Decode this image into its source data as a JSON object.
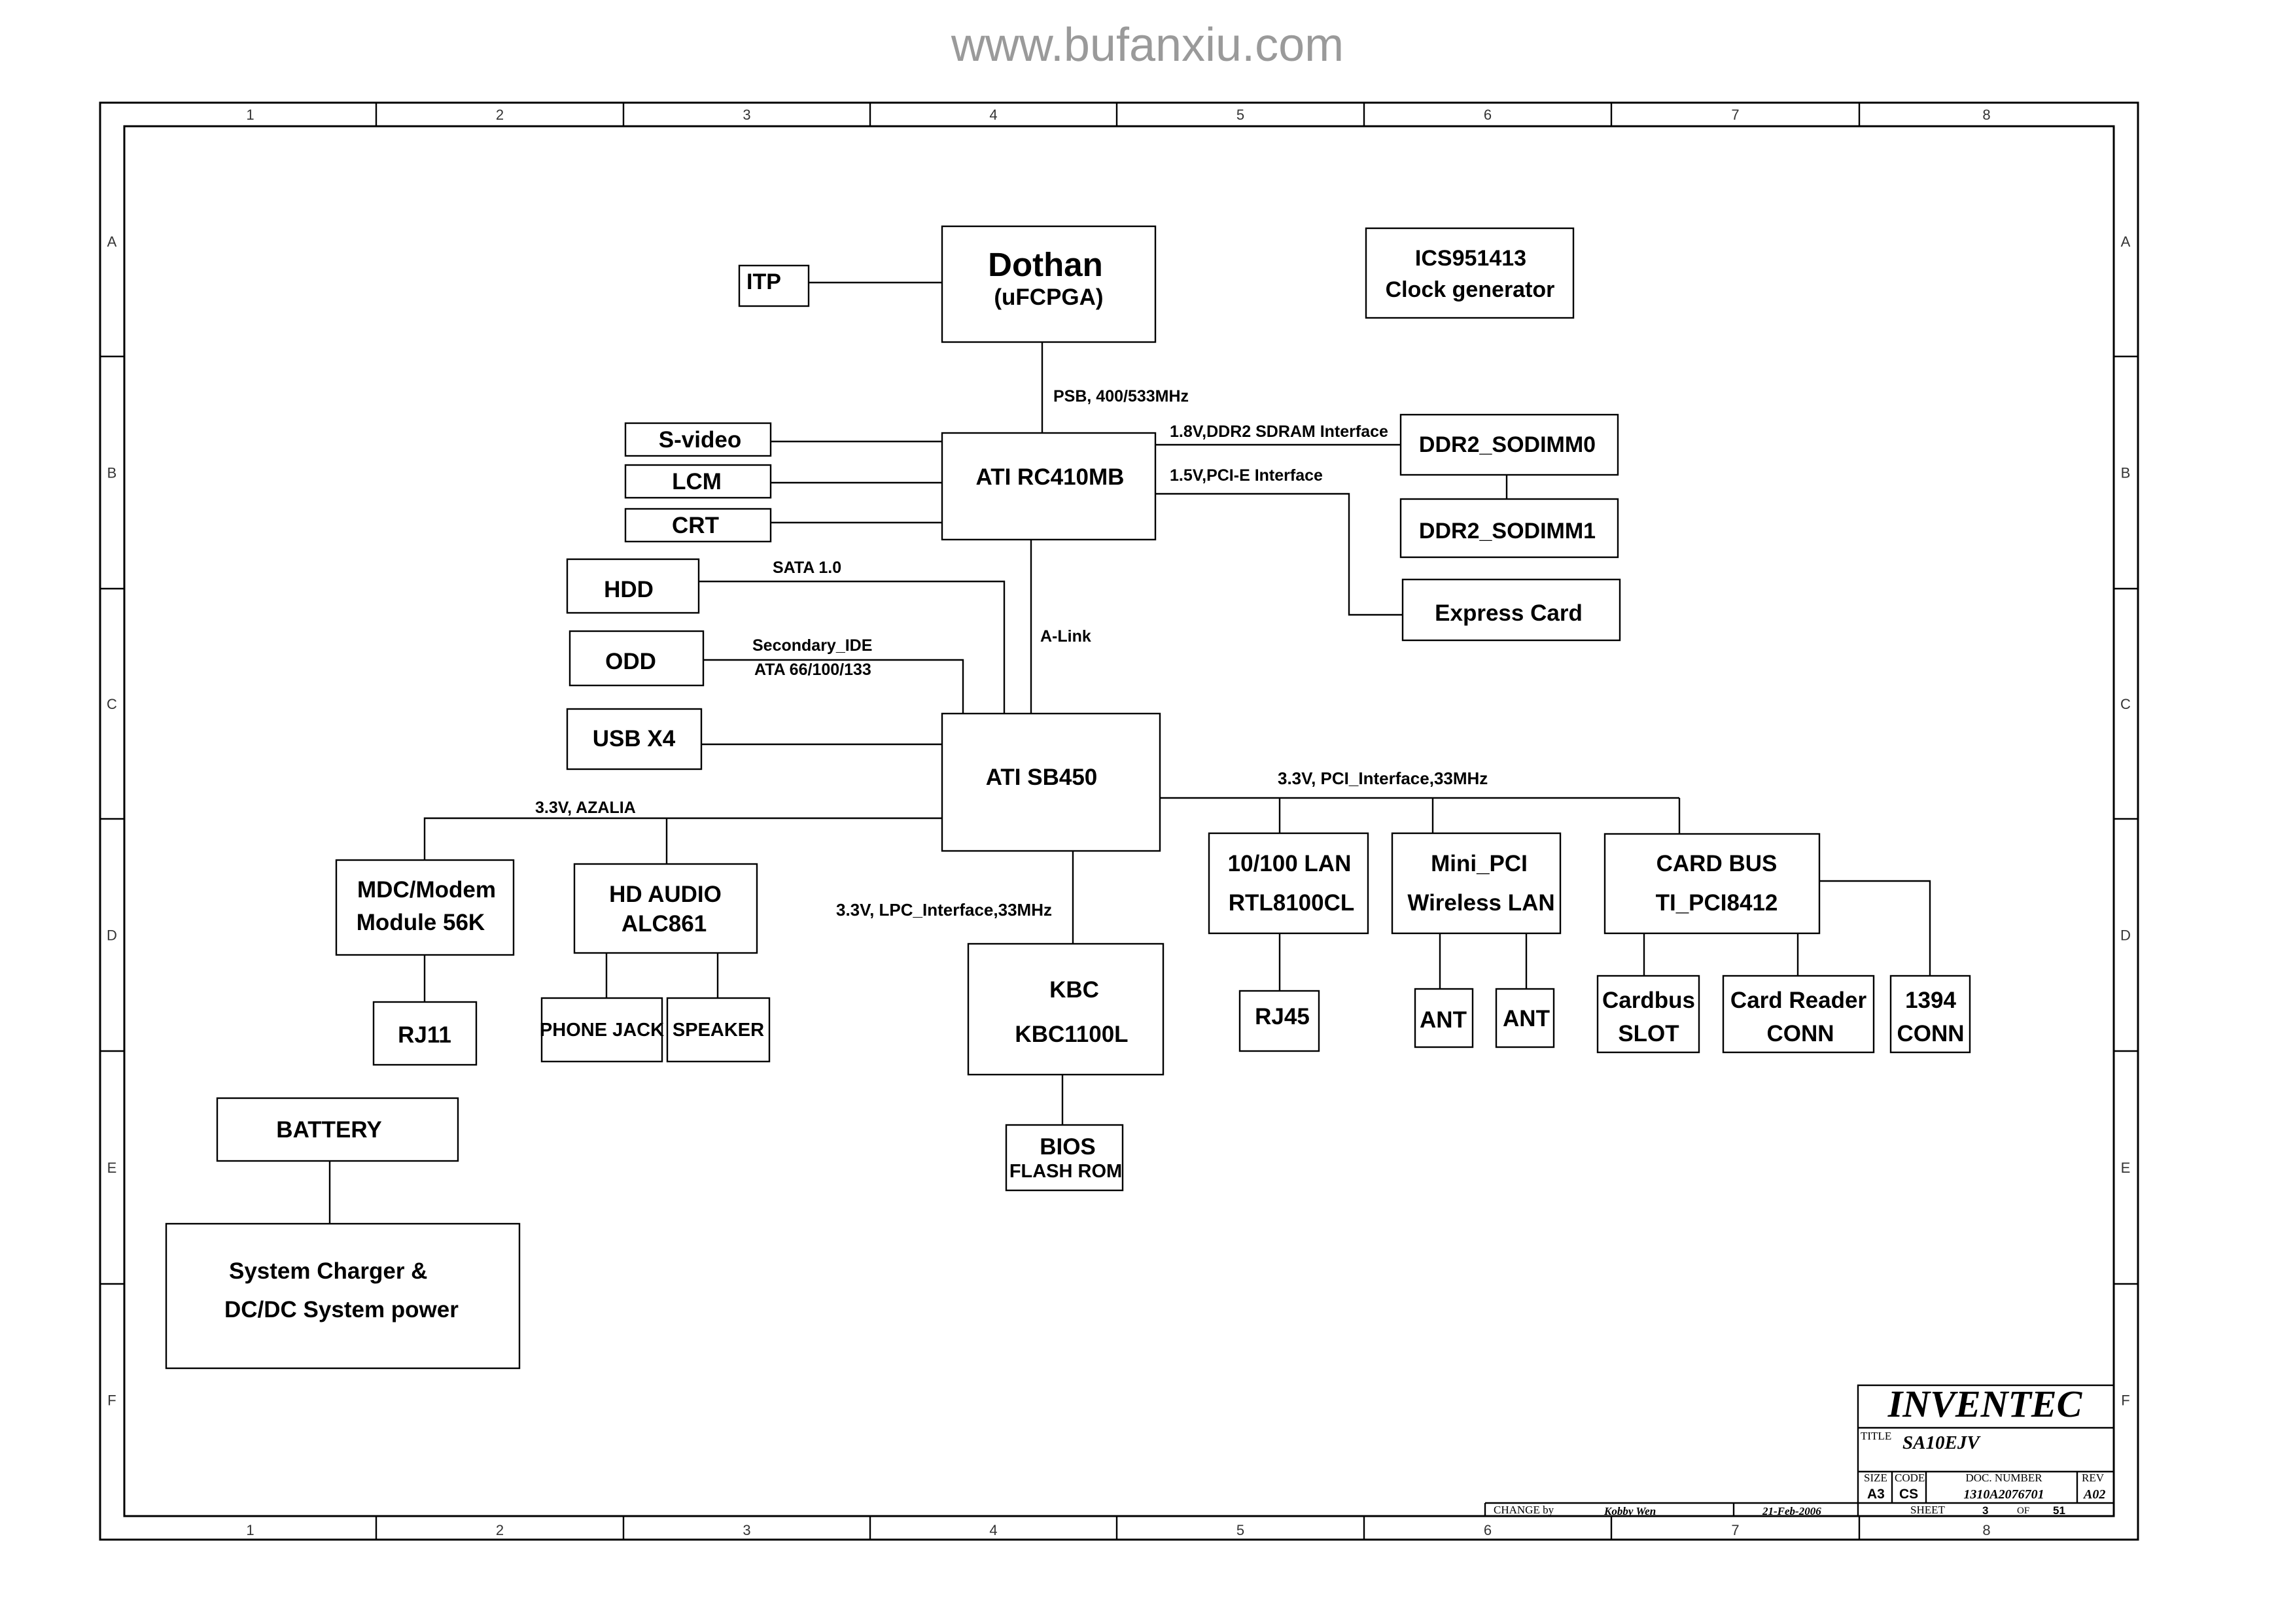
{
  "watermark": "www.bufanxiu.com",
  "zone_columns": [
    "1",
    "2",
    "3",
    "4",
    "5",
    "6",
    "7",
    "8"
  ],
  "zone_rows": [
    "A",
    "B",
    "C",
    "D",
    "E",
    "F"
  ],
  "blocks": {
    "itp": "ITP",
    "cpu_name": "Dothan",
    "cpu_package": "(uFCPGA)",
    "clock_part": "ICS951413",
    "clock_desc": "Clock generator",
    "svideo": "S-video",
    "lcm": "LCM",
    "crt": "CRT",
    "northbridge": "ATI RC410MB",
    "dimm0": "DDR2_SODIMM0",
    "dimm1": "DDR2_SODIMM1",
    "express_card": "Express Card",
    "hdd": "HDD",
    "odd": "ODD",
    "usb": "USB X4",
    "southbridge": "ATI SB450",
    "modem_l1": "MDC/Modem",
    "modem_l2": "Module 56K",
    "audio_l1": "HD AUDIO",
    "audio_l2": "ALC861",
    "rj11": "RJ11",
    "phone_jack": "PHONE JACK",
    "speaker": "SPEAKER",
    "kbc_l1": "KBC",
    "kbc_l2": "KBC1100L",
    "bios_l1": "BIOS",
    "bios_l2": "FLASH ROM",
    "lan_l1": "10/100 LAN",
    "lan_l2": "RTL8100CL",
    "rj45": "RJ45",
    "minipci_l1": "Mini_PCI",
    "minipci_l2": "Wireless LAN",
    "ant": "ANT",
    "cardbus_l1": "CARD BUS",
    "cardbus_l2": "TI_PCI8412",
    "cb_slot_l1": "Cardbus",
    "cb_slot_l2": "SLOT",
    "reader_l1": "Card Reader",
    "reader_l2": "CONN",
    "ieee_l1": "1394",
    "ieee_l2": "CONN",
    "battery": "BATTERY",
    "charger_l1": "System Charger &",
    "charger_l2": "DC/DC System power"
  },
  "buses": {
    "psb": "PSB, 400/533MHz",
    "ddr2": "1.8V,DDR2 SDRAM Interface",
    "pcie": "1.5V,PCI-E Interface",
    "sata": "SATA 1.0",
    "ide": "Secondary_IDE",
    "ata": "ATA 66/100/133",
    "alink": "A-Link",
    "pci": "3.3V, PCI_Interface,33MHz",
    "azalia": "3.3V, AZALIA",
    "lpc": "3.3V, LPC_Interface,33MHz"
  },
  "title_block": {
    "company": "INVENTEC",
    "title_label": "TITLE",
    "title": "SA10EJV",
    "size_label": "SIZE",
    "size": "A3",
    "code_label": "CODE",
    "code": "CS",
    "doc_label": "DOC. NUMBER",
    "doc_number": "1310A2076701",
    "rev_label": "REV",
    "rev": "A02",
    "change_label": "CHANGE by",
    "changed_by": "Kobby Wen",
    "date": "21-Feb-2006",
    "sheet_label": "SHEET",
    "sheet": "3",
    "of_label": "OF",
    "total": "51"
  }
}
